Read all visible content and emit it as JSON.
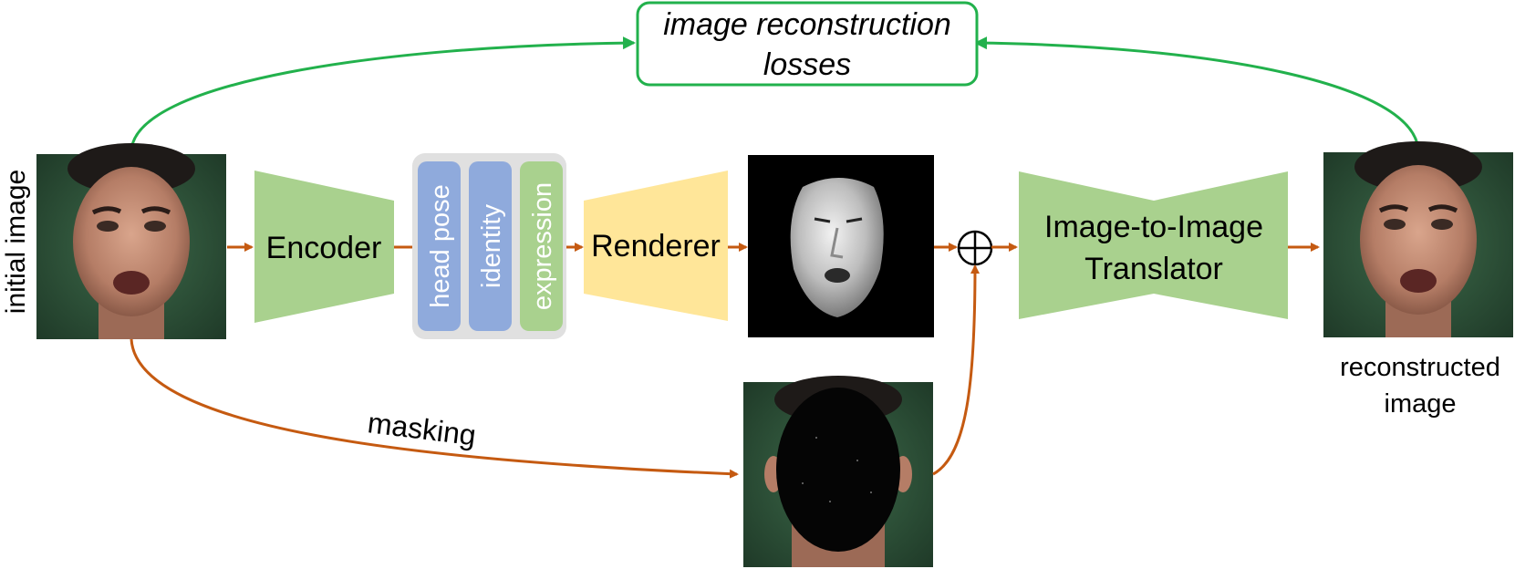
{
  "labels": {
    "loss_line1": "image reconstruction",
    "loss_line2": "losses",
    "input_label": "initial image",
    "encoder": "Encoder",
    "latent_head_pose": "head pose",
    "latent_identity": "identity",
    "latent_expression": "expression",
    "renderer": "Renderer",
    "translator_line1": "Image-to-Image",
    "translator_line2": "Translator",
    "output_line1": "reconstructed",
    "output_line2": "image",
    "masking": "masking"
  },
  "colors": {
    "green_arrow": "#22b14c",
    "orange_arrow": "#c55a11",
    "encoder_fill": "#a9d18e",
    "renderer_fill": "#ffe699",
    "latent_panel": "#e0e0e0",
    "latent_blue": "#8faadc",
    "latent_green": "#a9d18e",
    "photo_bg": "#2f4f38",
    "render_bg": "#000000"
  },
  "icons": {
    "combine": "circled-plus-icon"
  }
}
